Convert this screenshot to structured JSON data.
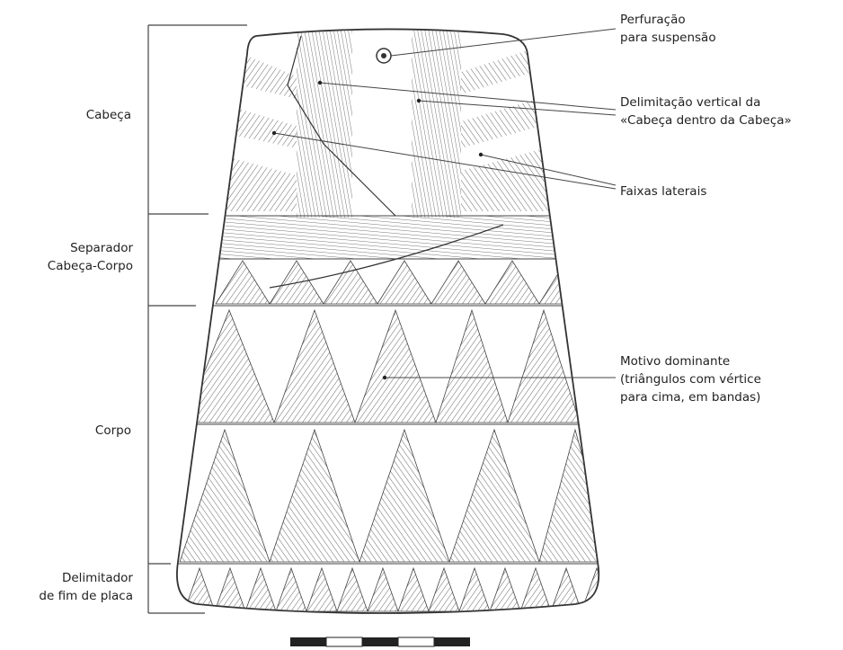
{
  "left_labels": {
    "cabeca": "Cabeça",
    "separador": [
      "Separador",
      "Cabeça-Corpo"
    ],
    "corpo": "Corpo",
    "delimitador": [
      "Delimitador",
      "de fim de placa"
    ]
  },
  "right_labels": {
    "perfuracao": [
      "Perfuração",
      "para suspensão"
    ],
    "delimitacao": [
      "Delimitação vertical da",
      "«Cabeça dentro da Cabeça»"
    ],
    "faixas": "Faixas laterais",
    "motivo": [
      "Motivo dominante",
      "(triângulos com vértice",
      "para cima, em bandas)"
    ]
  },
  "colors": {
    "ink": "#222222",
    "line": "#444444",
    "scale_dark": "#222222"
  }
}
